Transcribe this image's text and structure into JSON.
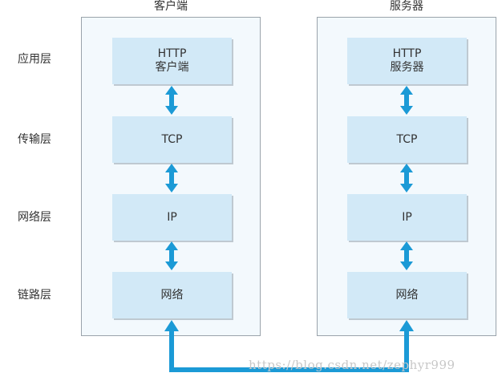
{
  "columns": {
    "client_title": "客户端",
    "server_title": "服务器"
  },
  "layers": [
    "应用层",
    "传输层",
    "网络层",
    "链路层"
  ],
  "client_boxes": [
    {
      "line1": "HTTP",
      "line2": "客户端"
    },
    {
      "line1": "TCP",
      "line2": ""
    },
    {
      "line1": "IP",
      "line2": ""
    },
    {
      "line1": "网络",
      "line2": ""
    }
  ],
  "server_boxes": [
    {
      "line1": "HTTP",
      "line2": "服务器"
    },
    {
      "line1": "TCP",
      "line2": ""
    },
    {
      "line1": "IP",
      "line2": ""
    },
    {
      "line1": "网络",
      "line2": ""
    }
  ],
  "watermark": "https://blog.csdn.net/zephyr999",
  "colors": {
    "arrow": "#1b9ad6",
    "box_fill": "#d2e9f7",
    "panel_fill": "#f3f9fd",
    "panel_border": "#9aa3ab"
  }
}
